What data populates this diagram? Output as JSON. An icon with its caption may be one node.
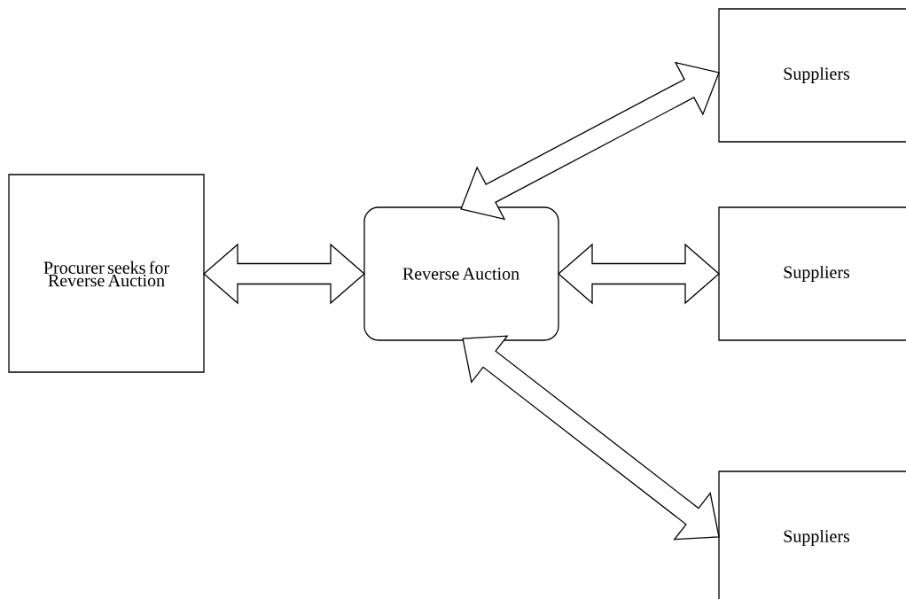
{
  "diagram": {
    "nodes": [
      {
        "text": [
          "Procurer seeks for Reverse Auction"
        ]
      },
      {
        "text": [
          "Reverse Auction"
        ]
      },
      {
        "text": [
          "Suppliers"
        ]
      },
      {
        "text": [
          "Suppliers"
        ]
      },
      {
        "text": [
          "Suppliers"
        ]
      }
    ],
    "edges": [
      {
        "from": 0,
        "to": 1,
        "arrow": "both"
      },
      {
        "from": 1,
        "to": 2,
        "arrow": "both"
      },
      {
        "from": 1,
        "to": 3,
        "arrow": "both"
      },
      {
        "from": 1,
        "to": 4,
        "arrow": "both"
      }
    ]
  }
}
